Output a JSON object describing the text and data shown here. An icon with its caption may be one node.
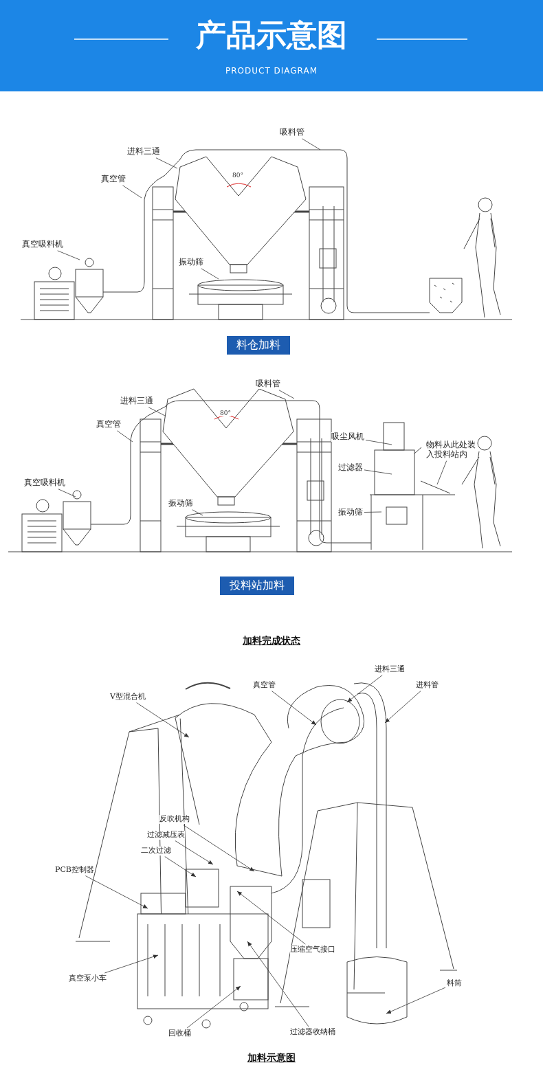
{
  "diagram": {
    "title": "产品示意图",
    "nodes": [
      {
        "text": [
          "吸料管"
        ]
      },
      {
        "text": [
          "进料三通"
        ]
      },
      {
        "text": [
          "真空管"
        ]
      },
      {
        "text": [
          "真空吸料机"
        ]
      },
      {
        "text": [
          "振动筛"
        ]
      },
      {
        "text": [
          "吸料管"
        ]
      },
      {
        "text": [
          "进料三通"
        ]
      },
      {
        "text": [
          "真空管"
        ]
      },
      {
        "text": [
          "吸尘风机"
        ]
      },
      {
        "text": [
          "物料从此处装入投料站内"
        ]
      },
      {
        "text": [
          "过滤器"
        ]
      },
      {
        "text": [
          "真空吸料机"
        ]
      },
      {
        "text": [
          "振动筛"
        ]
      },
      {
        "text": [
          "振动筛"
        ]
      },
      {
        "text": [
          "进料三通"
        ]
      },
      {
        "text": [
          "进料管"
        ]
      },
      {
        "text": [
          "真空管"
        ]
      },
      {
        "text": [
          "V型混合机"
        ]
      },
      {
        "text": [
          "反吹机构"
        ]
      },
      {
        "text": [
          "过滤减压表"
        ]
      },
      {
        "text": [
          "二次过滤"
        ]
      },
      {
        "text": [
          "PCB控制器"
        ]
      },
      {
        "text": [
          "真空泵小车"
        ]
      },
      {
        "text": [
          "压缩空气接口"
        ]
      },
      {
        "text": [
          "料筒"
        ]
      },
      {
        "text": [
          "回收桶"
        ]
      },
      {
        "text": [
          "过滤器收纳桶"
        ]
      }
    ],
    "edges": [
      {
        "from": 0,
        "to": null,
        "arrow": "none"
      },
      {
        "from": 1,
        "to": null,
        "arrow": "none"
      },
      {
        "from": 2,
        "to": null,
        "arrow": "none"
      },
      {
        "from": 3,
        "to": null,
        "arrow": "none"
      },
      {
        "from": 4,
        "to": null,
        "arrow": "none"
      },
      {
        "from": 5,
        "to": null,
        "arrow": "none"
      },
      {
        "from": 6,
        "to": null,
        "arrow": "none"
      },
      {
        "from": 7,
        "to": null,
        "arrow": "none"
      },
      {
        "from": 8,
        "to": null,
        "arrow": "none"
      },
      {
        "from": 9,
        "to": null,
        "arrow": "none"
      },
      {
        "from": 10,
        "to": null,
        "arrow": "none"
      },
      {
        "from": 11,
        "to": null,
        "arrow": "none"
      },
      {
        "from": 12,
        "to": null,
        "arrow": "none"
      },
      {
        "from": 13,
        "to": null,
        "arrow": "none"
      },
      {
        "from": 14,
        "to": null,
        "arrow": "to"
      },
      {
        "from": 15,
        "to": null,
        "arrow": "to"
      },
      {
        "from": 16,
        "to": null,
        "arrow": "to"
      },
      {
        "from": 17,
        "to": null,
        "arrow": "to"
      },
      {
        "from": 18,
        "to": null,
        "arrow": "to"
      },
      {
        "from": 19,
        "to": null,
        "arrow": "to"
      },
      {
        "from": 20,
        "to": null,
        "arrow": "to"
      },
      {
        "from": 21,
        "to": null,
        "arrow": "to"
      },
      {
        "from": 22,
        "to": null,
        "arrow": "to"
      },
      {
        "from": 23,
        "to": null,
        "arrow": "to"
      },
      {
        "from": 24,
        "to": null,
        "arrow": "to"
      },
      {
        "from": 25,
        "to": null,
        "arrow": "to"
      },
      {
        "from": 26,
        "to": null,
        "arrow": "to"
      }
    ],
    "labels": [
      "PRODUCT DIAGRAM",
      "80°",
      "料仓加料",
      "80°",
      "投料站加料",
      "加料完成状态",
      "加料示意图"
    ]
  }
}
